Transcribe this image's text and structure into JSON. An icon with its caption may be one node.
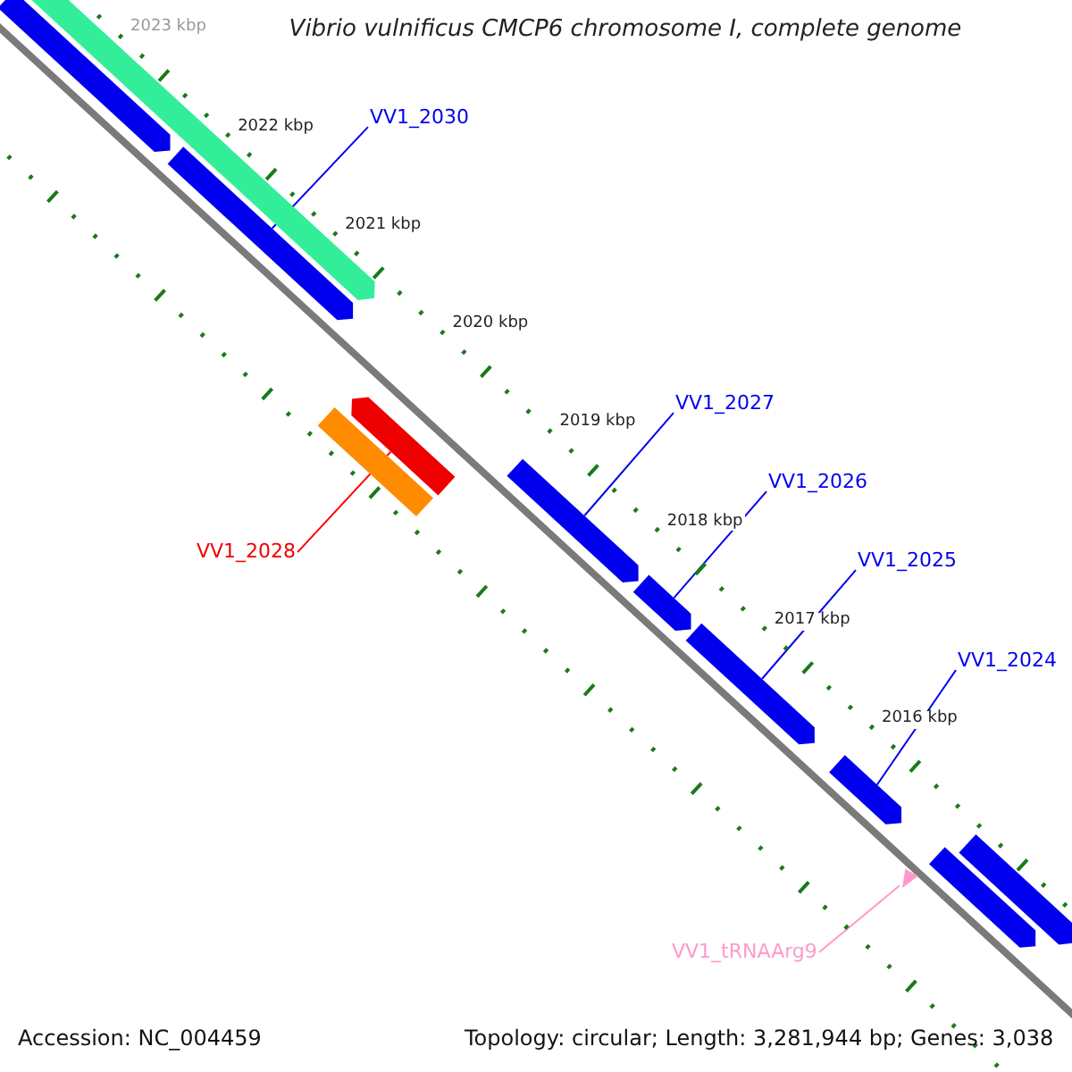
{
  "diagram": {
    "title": "Vibrio vulnificus CMCP6 chromosome I, complete genome",
    "nodes": [
      {
        "text": [],
        "shape": "arrow"
      },
      {
        "text": [],
        "shape": "arrow"
      },
      {
        "text": [],
        "shape": "arrow"
      },
      {
        "text": [
          "VV1_2030"
        ]
      },
      {
        "text": [],
        "shape": "arrow"
      },
      {
        "text": [],
        "shape": "bar"
      },
      {
        "text": [
          "VV1_2028"
        ]
      },
      {
        "text": [],
        "shape": "arrow"
      },
      {
        "text": [
          "VV1_2027"
        ]
      },
      {
        "text": [],
        "shape": "arrow"
      },
      {
        "text": [
          "VV1_2026"
        ]
      },
      {
        "text": [],
        "shape": "arrow"
      },
      {
        "text": [
          "VV1_2025"
        ]
      },
      {
        "text": [],
        "shape": "arrow"
      },
      {
        "text": [
          "VV1_2024"
        ]
      },
      {
        "text": [],
        "shape": "triangle"
      },
      {
        "text": [
          "VV1_tRNAArg9"
        ]
      },
      {
        "text": [],
        "shape": "arrow"
      },
      {
        "text": [],
        "shape": "arrow"
      }
    ],
    "edges": [
      {
        "from": 3,
        "to": 2,
        "arrow": "none"
      },
      {
        "from": 6,
        "to": 4,
        "arrow": "none",
        "color": "#ff0000"
      },
      {
        "from": 8,
        "to": 7,
        "arrow": "none"
      },
      {
        "from": 10,
        "to": 9,
        "arrow": "none"
      },
      {
        "from": 12,
        "to": 11,
        "arrow": "none"
      },
      {
        "from": 14,
        "to": 13,
        "arrow": "none"
      },
      {
        "from": 16,
        "to": 15,
        "arrow": "none",
        "color": "#ff99cc"
      }
    ],
    "labels": [
      "2023 kbp",
      "2022 kbp",
      "2021 kbp",
      "2020 kbp",
      "2019 kbp",
      "2018 kbp",
      "2017 kbp",
      "2016 kbp",
      "Accession: NC_004459",
      "Topology: circular; Length: 3,281,944 bp; Genes: 3,038"
    ]
  }
}
